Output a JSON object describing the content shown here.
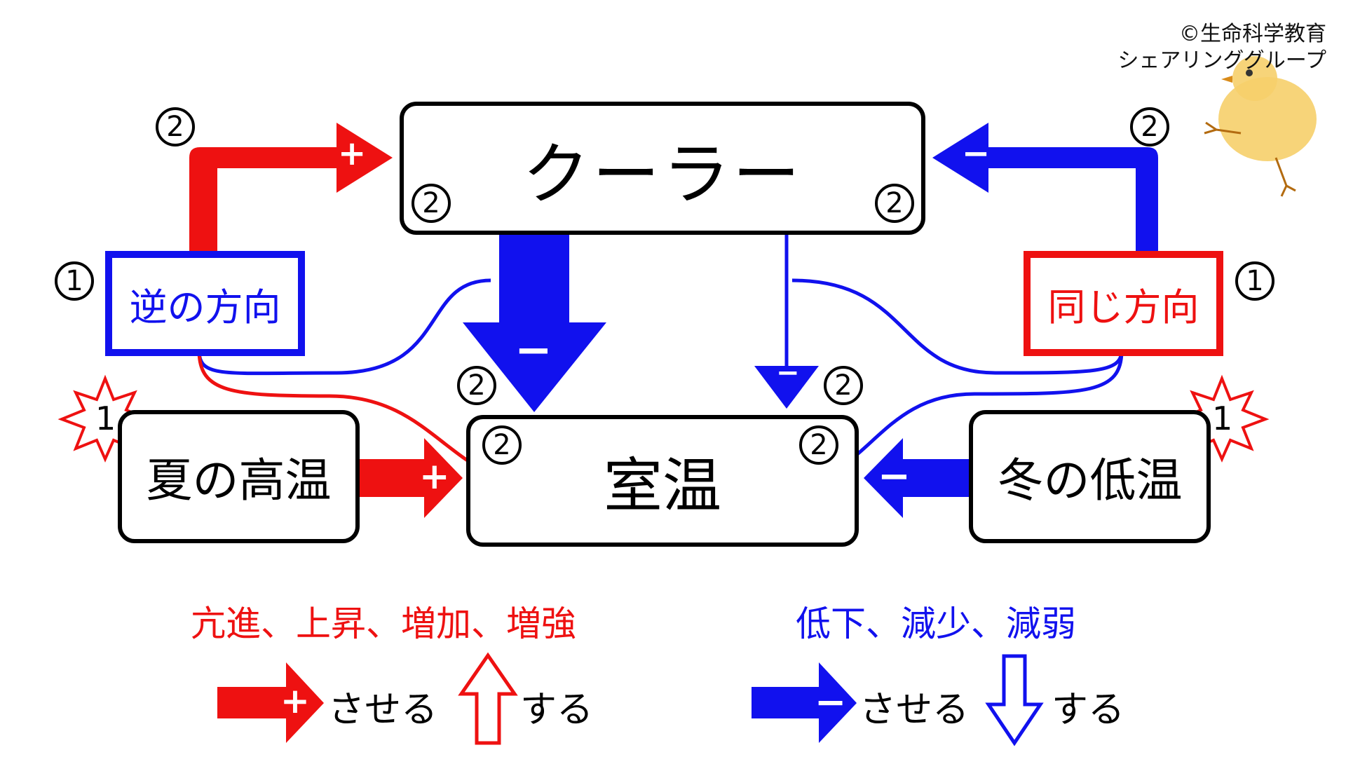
{
  "credit": {
    "line1": "©生命科学教育",
    "line2": "シェアリンググループ"
  },
  "colors": {
    "red": "#ee1111",
    "blue": "#1111ee",
    "black": "#000000"
  },
  "nodes": {
    "cooler": "クーラー",
    "room_temp": "室温",
    "summer": "夏の高温",
    "winter": "冬の低温",
    "reverse": "逆の方向",
    "same": "同じ方向"
  },
  "marks": {
    "one": "1",
    "step1": "1",
    "step2": "2"
  },
  "signs": {
    "plus": "+",
    "minus": "−"
  },
  "legend": {
    "red_words": "亢進、上昇、増加、増強",
    "blue_words": "低下、減少、減弱",
    "cause": "させる",
    "do": "する"
  },
  "icons": [
    "starburst-icon",
    "chick-illustration-icon",
    "up-arrow-icon",
    "down-arrow-icon"
  ]
}
